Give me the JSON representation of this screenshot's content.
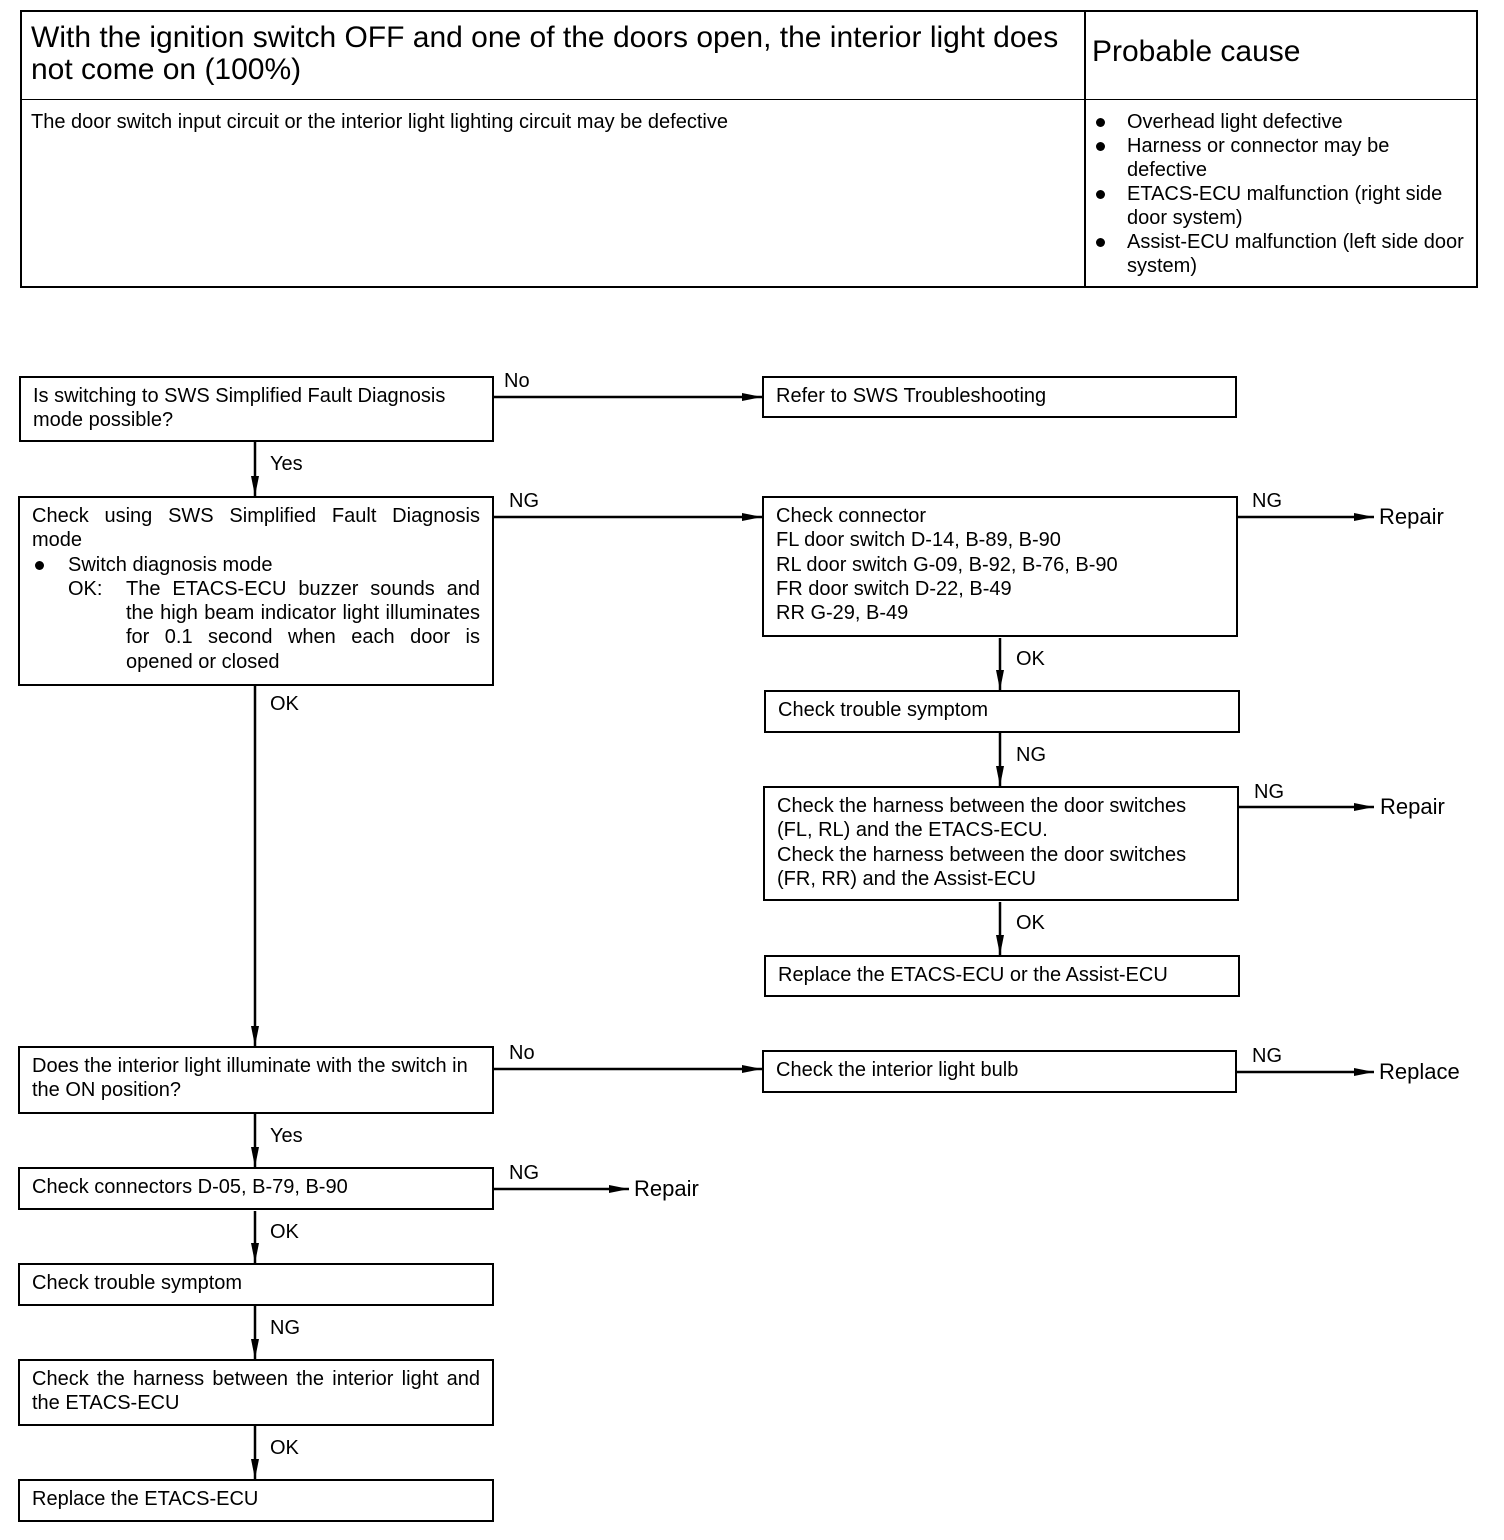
{
  "header": {
    "title": "With the ignition switch OFF and one of the doors open, the interior light does not come on (100%)",
    "probable_cause_heading": "Probable cause",
    "description": "The door switch input circuit or the interior light lighting circuit may be defective",
    "causes": [
      "Overhead light defective",
      "Harness or connector may be defective",
      "ETACS-ECU malfunction (right side door system)",
      "Assist-ECU malfunction (left side door system)"
    ]
  },
  "flow": {
    "q1": "Is switching to SWS Simplified Fault Diagnosis mode possible?",
    "refer_sws": "Refer to SWS Troubleshooting",
    "check_sws": {
      "title": "Check using SWS Simplified Fault Diagnosis mode",
      "bullet": "Switch diagnosis mode",
      "ok_key": "OK:",
      "ok_text": "The ETACS-ECU buzzer sounds and the high beam indicator light illuminates for 0.1 second when each door is opened or closed"
    },
    "check_connector": [
      "Check connector",
      "FL door switch D-14, B-89, B-90",
      "RL door switch G-09, B-92, B-76, B-90",
      "FR door switch D-22, B-49",
      "RR G-29, B-49"
    ],
    "check_symptom_right": "Check trouble symptom",
    "check_harness_door": [
      "Check the harness between the door switches (FL, RL) and the ETACS-ECU.",
      "Check the harness between the door switches (FR, RR) and the Assist-ECU"
    ],
    "replace_etacs_assist": "Replace the ETACS-ECU or the Assist-ECU",
    "q2": "Does the interior light illuminate with the switch in the ON position?",
    "check_bulb": "Check the interior light bulb",
    "check_connectors_left": "Check connectors D-05, B-79, B-90",
    "check_symptom_left": "Check trouble symptom",
    "check_harness_light": "Check the harness between the interior light and the ETACS-ECU",
    "replace_etacs": "Replace the ETACS-ECU"
  },
  "labels": {
    "no": "No",
    "yes": "Yes",
    "ng": "NG",
    "ok": "OK",
    "repair": "Repair",
    "replace": "Replace"
  }
}
